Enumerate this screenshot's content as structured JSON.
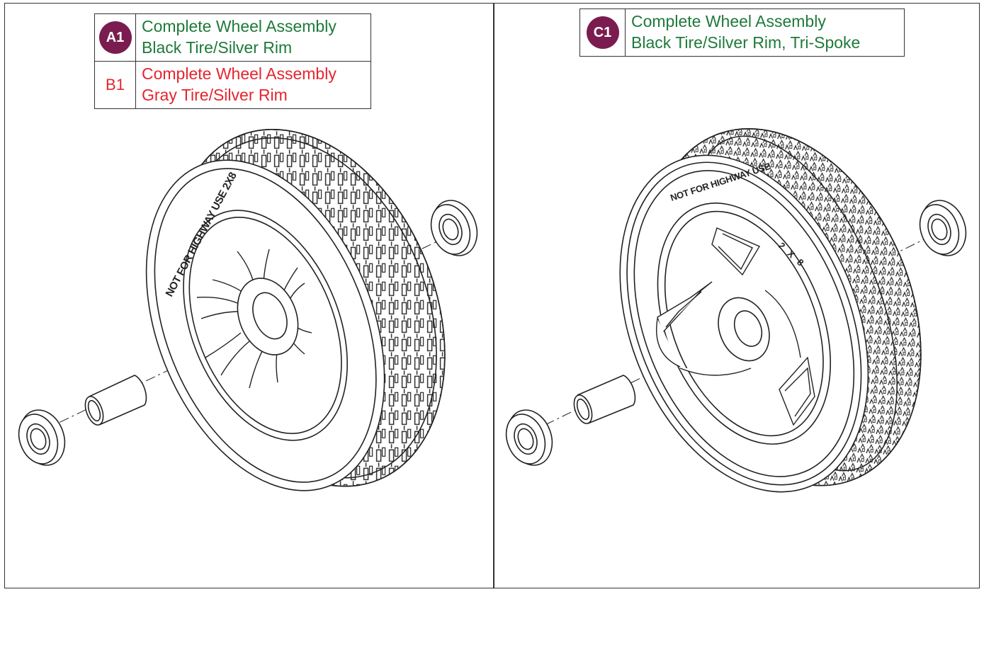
{
  "colors": {
    "green": "#1e7a3a",
    "red": "#e5252e",
    "badge": "#7a1c4f",
    "stroke": "#222222"
  },
  "panel_left": {
    "callouts": [
      {
        "code": "A1",
        "badge": true,
        "color": "green",
        "line1": "Complete Wheel Assembly",
        "line2": "Black Tire/Silver Rim"
      },
      {
        "code": "B1",
        "badge": false,
        "color": "red",
        "line1": "Complete Wheel Assembly",
        "line2": "Gray Tire/Silver Rim"
      }
    ],
    "tire_text": "NOT FOR HIGHWAY USE  2X8"
  },
  "panel_right": {
    "callouts": [
      {
        "code": "C1",
        "badge": true,
        "color": "green",
        "line1": "Complete Wheel Assembly",
        "line2": "Black Tire/Silver Rim, Tri-Spoke"
      }
    ],
    "tire_text_1": "NOT FOR HIGHWAY USE",
    "tire_text_2": "2 X 8"
  }
}
